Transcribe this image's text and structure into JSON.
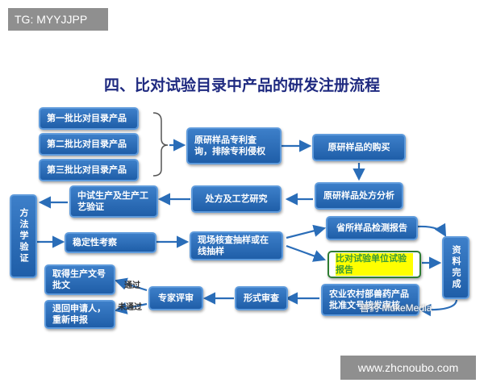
{
  "watermark_tag": "TG: MYYJJPP",
  "title": "四、比对试验目录中产品的研发注册流程",
  "nodes": {
    "batch1": "第一批比对目录产品",
    "batch2": "第二批比对目录产品",
    "batch3": "第三批比对目录产品",
    "patent_query": "原研样品专利查询，排除专利侵权",
    "purchase": "原研样品的购买",
    "analysis": "原研样品处方分析",
    "formula": "处方及工艺研究",
    "pilot": "中试生产及生产工艺验证",
    "method_validation": "方法学验证",
    "stability": "稳定性考察",
    "onsite_sampling": "现场核查抽样或在线抽样",
    "provincial_test": "省所样品检测报告",
    "comparison_report": "比对试验单位试验报告",
    "materials_complete": "资料完成",
    "ministry_review": "农业农村部兽药产品批准文号核发审核",
    "formal_review": "形式审查",
    "expert_review": "专家评审",
    "obtain_approval": "取得生产文号批文",
    "return_applicant": "退回申请人，重新申报"
  },
  "edge_labels": {
    "pass": "通过",
    "fail": "未通过"
  },
  "overlay_watermark": "兽药 MukeMedia",
  "site_watermark": "www.zhcnoubo.com",
  "colors": {
    "title": "#1f2a80",
    "box_fill": "#2a6db8",
    "arrow": "#2a6db8",
    "highlight_text": "#3a9a3a",
    "highlight_bg": "#ffff00"
  }
}
